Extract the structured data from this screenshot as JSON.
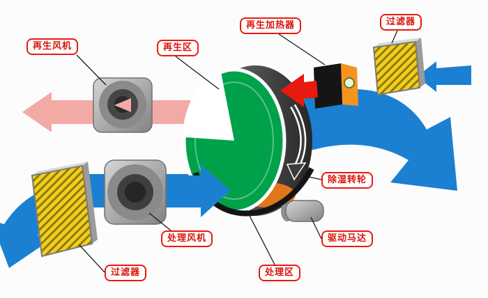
{
  "diagram": {
    "labels": {
      "regen_fan": "再生风机",
      "regen_zone": "再生区",
      "regen_heater": "再生加热器",
      "filter_top": "过滤器",
      "desiccant_wheel": "除湿转轮",
      "drive_motor": "驱动马达",
      "process_fan": "处理风机",
      "process_zone": "处理区",
      "filter_bottom": "过滤器"
    },
    "colors": {
      "process_air_blue": "#1b80d2",
      "regen_exhaust_pink": "#f3a9a4",
      "hot_air_red": "#e8190f",
      "wheel_green": "#00a14b",
      "wheel_rim_gray": "#4c4c4c",
      "heater_orange": "#f7941d",
      "filter_yellow": "#f3cf1c",
      "fan_gray": "#a8a8a8",
      "label_red": "#d8150c",
      "background": "#fcfcfc"
    }
  }
}
